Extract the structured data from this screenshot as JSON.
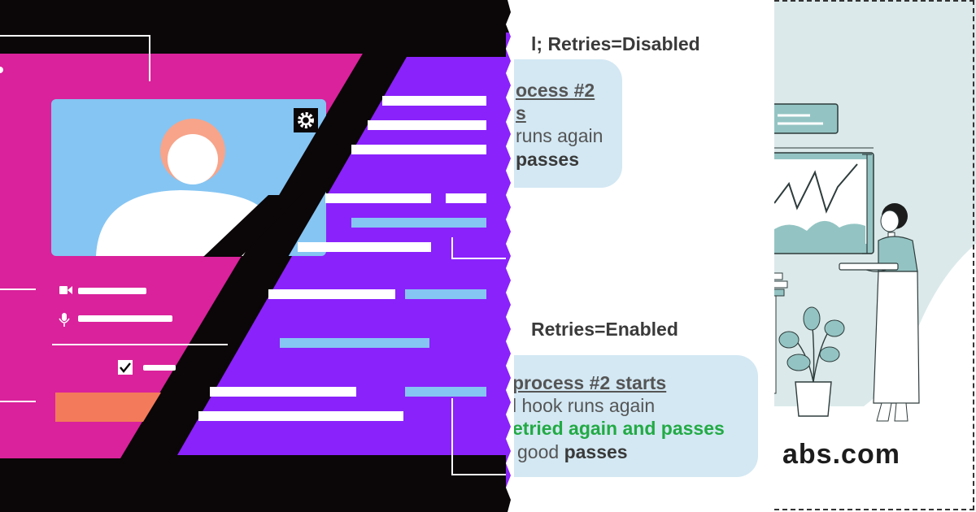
{
  "colors": {
    "magenta": "#d9229b",
    "purple": "#8a22fb",
    "black": "#0b0608",
    "sky": "#85c5f3",
    "hair": "#f7a48a",
    "orange_button": "#f37a5a",
    "bubble": "#d3e8f3",
    "green": "#22aa44",
    "teal": "#93c4c3"
  },
  "icons": [
    "gear-icon",
    "avatar-icon",
    "video-camera-icon",
    "microphone-icon",
    "checkbox-icon"
  ],
  "doc": {
    "section1": {
      "heading": "l; Retries=Disabled"
    },
    "bubble1": {
      "line1": "ocess #2",
      "line2": "s",
      "line3": "runs again",
      "line4": "passes"
    },
    "section2": {
      "heading": "Retries=Enabled"
    },
    "bubble2": {
      "line1": "process #2 starts",
      "line2": "l hook runs again",
      "line3": "etried again and passes",
      "line4_plain": "good ",
      "line4_bold": "passes"
    }
  },
  "brand": {
    "text": "abs.com"
  }
}
